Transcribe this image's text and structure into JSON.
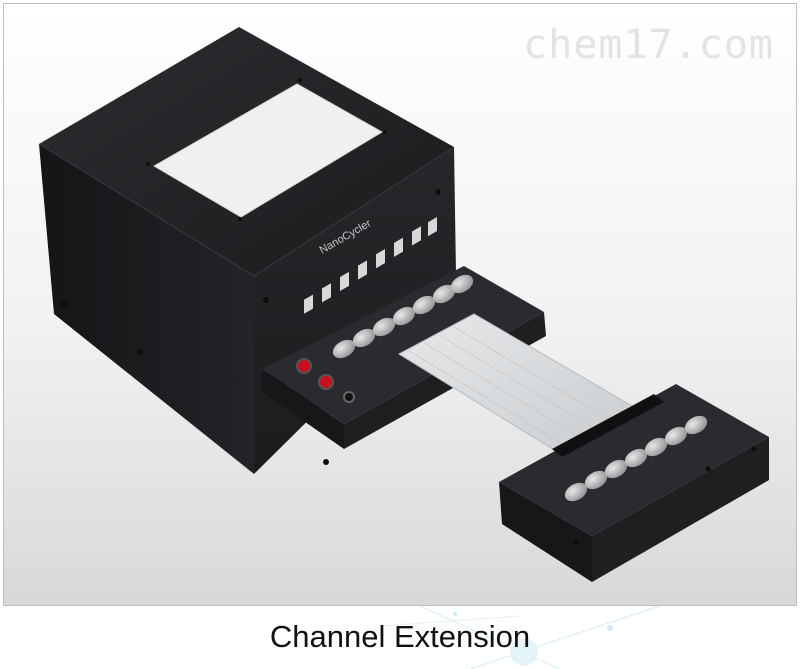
{
  "watermark": "chem17.com",
  "brand_label": "NanoCycler",
  "caption": "Channel Extension",
  "colors": {
    "device_body": "#1f2022",
    "display_panel": "#eef1ef",
    "port_accent": "#c8111e",
    "ribbon_cable": "#d9dbdd",
    "caption_text": "#111111"
  }
}
